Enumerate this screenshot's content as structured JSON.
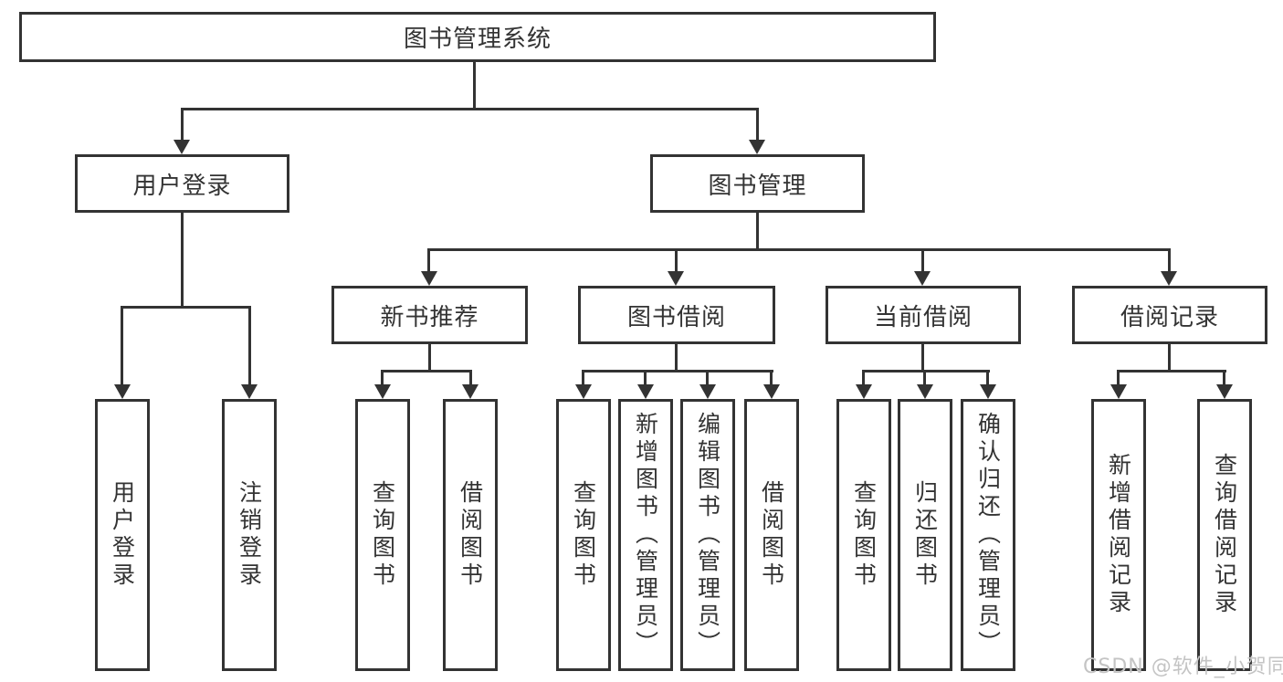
{
  "diagram": {
    "tree": {
      "label": "图书管理系统",
      "children": [
        {
          "label": "用户登录",
          "children": [
            {
              "label": "用户登录"
            },
            {
              "label": "注销登录"
            }
          ]
        },
        {
          "label": "图书管理",
          "children": [
            {
              "label": "新书推荐",
              "children": [
                {
                  "label": "查询图书"
                },
                {
                  "label": "借阅图书"
                }
              ]
            },
            {
              "label": "图书借阅",
              "children": [
                {
                  "label": "查询图书"
                },
                {
                  "label": "新增图书（管理员）"
                },
                {
                  "label": "编辑图书（管理员）"
                },
                {
                  "label": "借阅图书"
                }
              ]
            },
            {
              "label": "当前借阅",
              "children": [
                {
                  "label": "查询图书"
                },
                {
                  "label": "归还图书"
                },
                {
                  "label": "确认归还（管理员）"
                }
              ]
            },
            {
              "label": "借阅记录",
              "children": [
                {
                  "label": "新增借阅记录"
                },
                {
                  "label": "查询借阅记录"
                }
              ]
            }
          ]
        }
      ]
    },
    "colors": {
      "line": "#333333",
      "text": "#333333",
      "background": "#ffffff",
      "watermark_color": "#c4c4c4"
    },
    "watermark": "CSDN @软件_小贺同学"
  }
}
